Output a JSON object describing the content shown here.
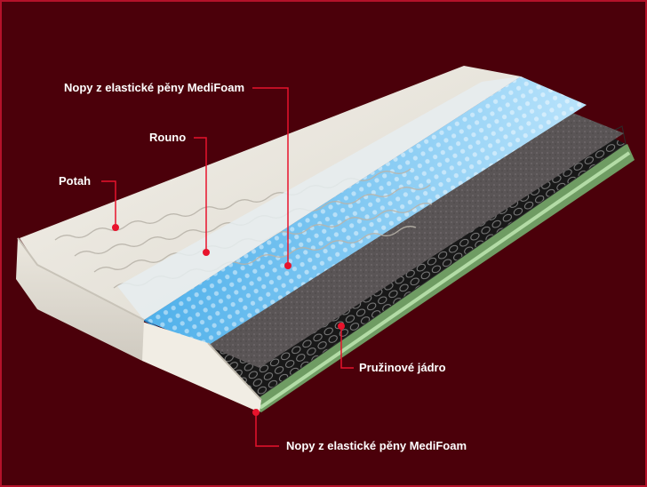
{
  "background_color": "#4b000a",
  "accent_color": "#e8132c",
  "labels": {
    "top_foam": "Nopy z elastické pěny MediFoam",
    "fleece": "Rouno",
    "cover": "Potah",
    "spring_core": "Pružinové jádro",
    "bottom_foam": "Nopy z elastické pěny MediFoam"
  }
}
